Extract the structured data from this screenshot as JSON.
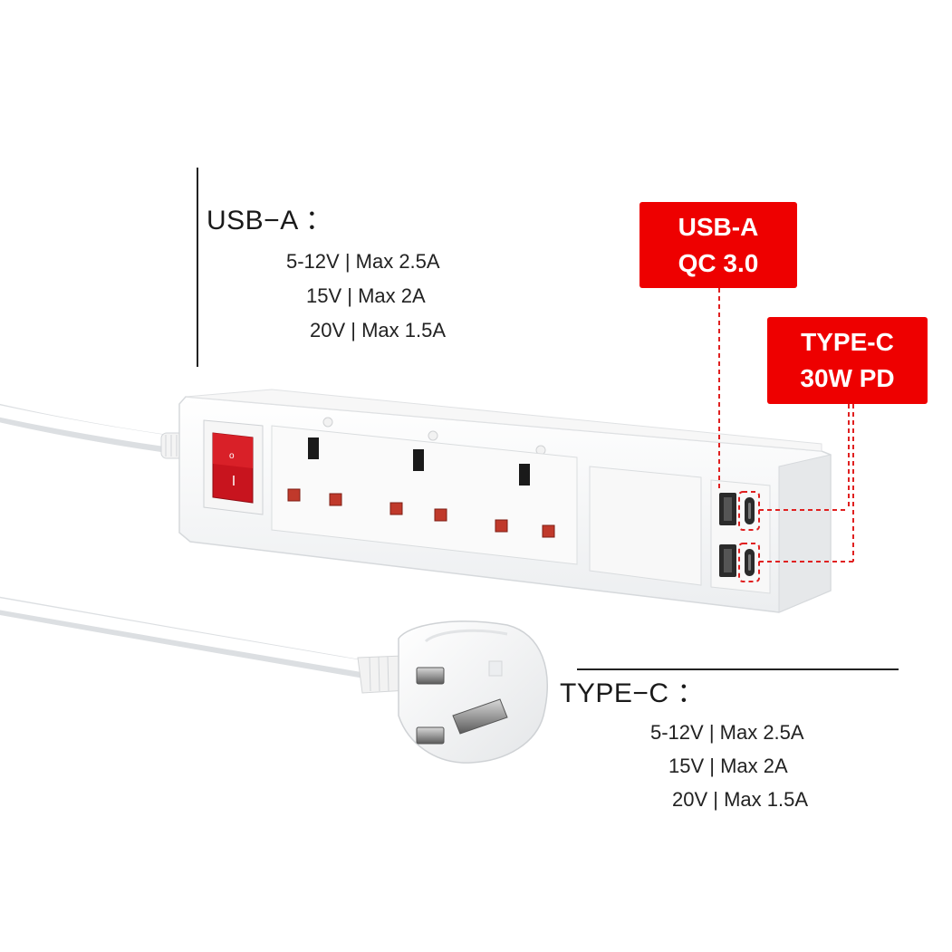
{
  "usb_a_spec": {
    "title": "USB−A ：",
    "lines": [
      "5-12V | Max 2.5A",
      "15V  | Max 2A",
      "20V | Max 1.5A"
    ]
  },
  "type_c_spec": {
    "title": "TYPE−C ：",
    "lines": [
      "5-12V | Max 2.5A",
      "15V  | Max 2A",
      "20V | Max 1.5A"
    ]
  },
  "labels": {
    "usb_a": [
      "USB-A",
      "QC 3.0"
    ],
    "type_c": [
      "TYPE-C",
      "30W PD"
    ]
  },
  "colors": {
    "accent_red": "#ee0000",
    "switch_red": "#c8141e",
    "socket_red": "#c0392b"
  }
}
